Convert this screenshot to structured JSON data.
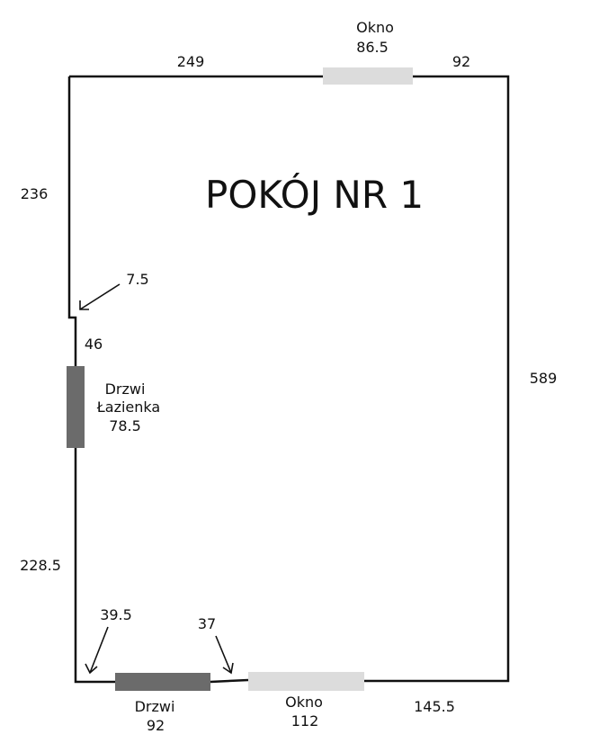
{
  "room_title": "POKÓJ NR 1",
  "colors": {
    "wall": "#111111",
    "window": "#dcdcdc",
    "door": "#6b6b6b"
  },
  "top_wall": {
    "left_length": "249",
    "right_length": "92",
    "window": {
      "name": "Okno",
      "width": "86.5"
    }
  },
  "left_wall": {
    "upper_length": "236",
    "step_offset": "7.5",
    "segment_above_door": "46",
    "bathroom_door": {
      "name_line1": "Drzwi",
      "name_line2": "Łazienka",
      "width": "78.5"
    },
    "lower_length": "228.5"
  },
  "right_wall": {
    "length": "589"
  },
  "bottom_wall": {
    "corner_gap": "39.5",
    "door": {
      "name": "Drzwi",
      "width": "92"
    },
    "gap_between": "37",
    "window": {
      "name": "Okno",
      "width": "112"
    },
    "right_length": "145.5"
  }
}
